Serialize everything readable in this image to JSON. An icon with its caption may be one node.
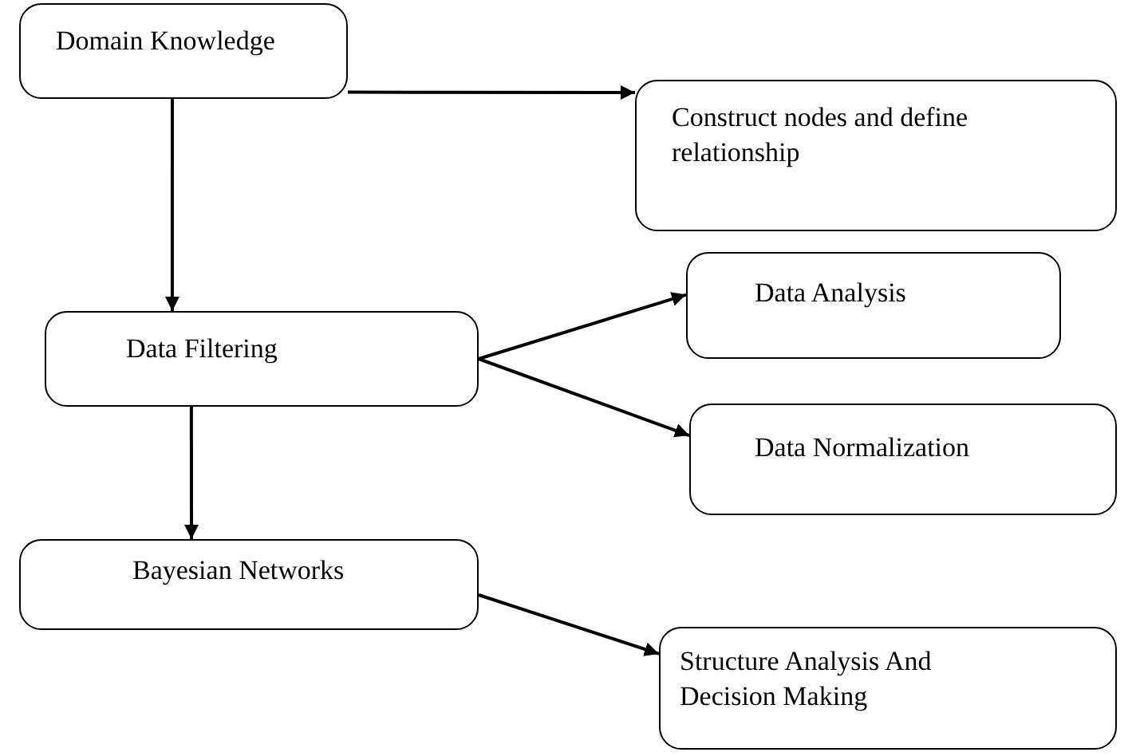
{
  "diagram": {
    "nodes": [
      {
        "text": [
          "Domain Knowledge"
        ]
      },
      {
        "text": [
          "Construct nodes and define relationship"
        ]
      },
      {
        "text": [
          "Data Filtering"
        ]
      },
      {
        "text": [
          "Data Analysis"
        ]
      },
      {
        "text": [
          "Data Normalization"
        ]
      },
      {
        "text": [
          "Bayesian Networks"
        ]
      },
      {
        "text": [
          "Structure Analysis And Decision Making"
        ]
      }
    ],
    "edges": [
      {
        "from": 0,
        "to": 1,
        "arrow": "to"
      },
      {
        "from": 0,
        "to": 2,
        "arrow": "to"
      },
      {
        "from": 2,
        "to": 3,
        "arrow": "to"
      },
      {
        "from": 2,
        "to": 4,
        "arrow": "to"
      },
      {
        "from": 2,
        "to": 5,
        "arrow": "to"
      },
      {
        "from": 5,
        "to": 6,
        "arrow": "to"
      }
    ]
  }
}
